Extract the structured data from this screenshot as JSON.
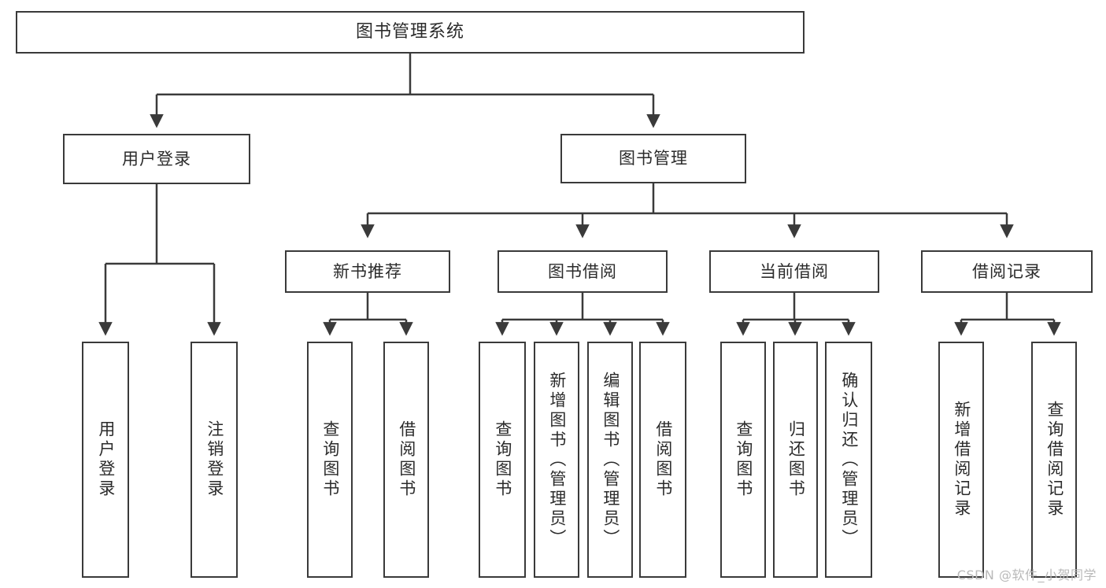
{
  "diagram": {
    "title": "图书管理系统",
    "watermark": "CSDN @软件_小贺同学",
    "colors": {
      "box_border": "#3a3a3a",
      "box_fill": "#ffffff",
      "connector": "#3a3a3a",
      "text": "#2b2b2b",
      "watermark": "#b9b9b9",
      "background": "#ffffff"
    },
    "root": {
      "label": "图书管理系统"
    },
    "level2": [
      {
        "label": "用户登录"
      },
      {
        "label": "图书管理"
      }
    ],
    "level3": [
      {
        "label": "新书推荐"
      },
      {
        "label": "图书借阅"
      },
      {
        "label": "当前借阅"
      },
      {
        "label": "借阅记录"
      }
    ],
    "leaves": {
      "user_login": [
        {
          "label": "用户登录"
        },
        {
          "label": "注销登录"
        }
      ],
      "new_book_recommend": [
        {
          "label": "查询图书"
        },
        {
          "label": "借阅图书"
        }
      ],
      "book_borrow": [
        {
          "label": "查询图书"
        },
        {
          "label": "新增图书（管理员）"
        },
        {
          "label": "编辑图书（管理员）"
        },
        {
          "label": "借阅图书"
        }
      ],
      "current_borrow": [
        {
          "label": "查询图书"
        },
        {
          "label": "归还图书"
        },
        {
          "label": "确认归还（管理员）"
        }
      ],
      "borrow_record": [
        {
          "label": "新增借阅记录"
        },
        {
          "label": "查询借阅记录"
        }
      ]
    }
  }
}
